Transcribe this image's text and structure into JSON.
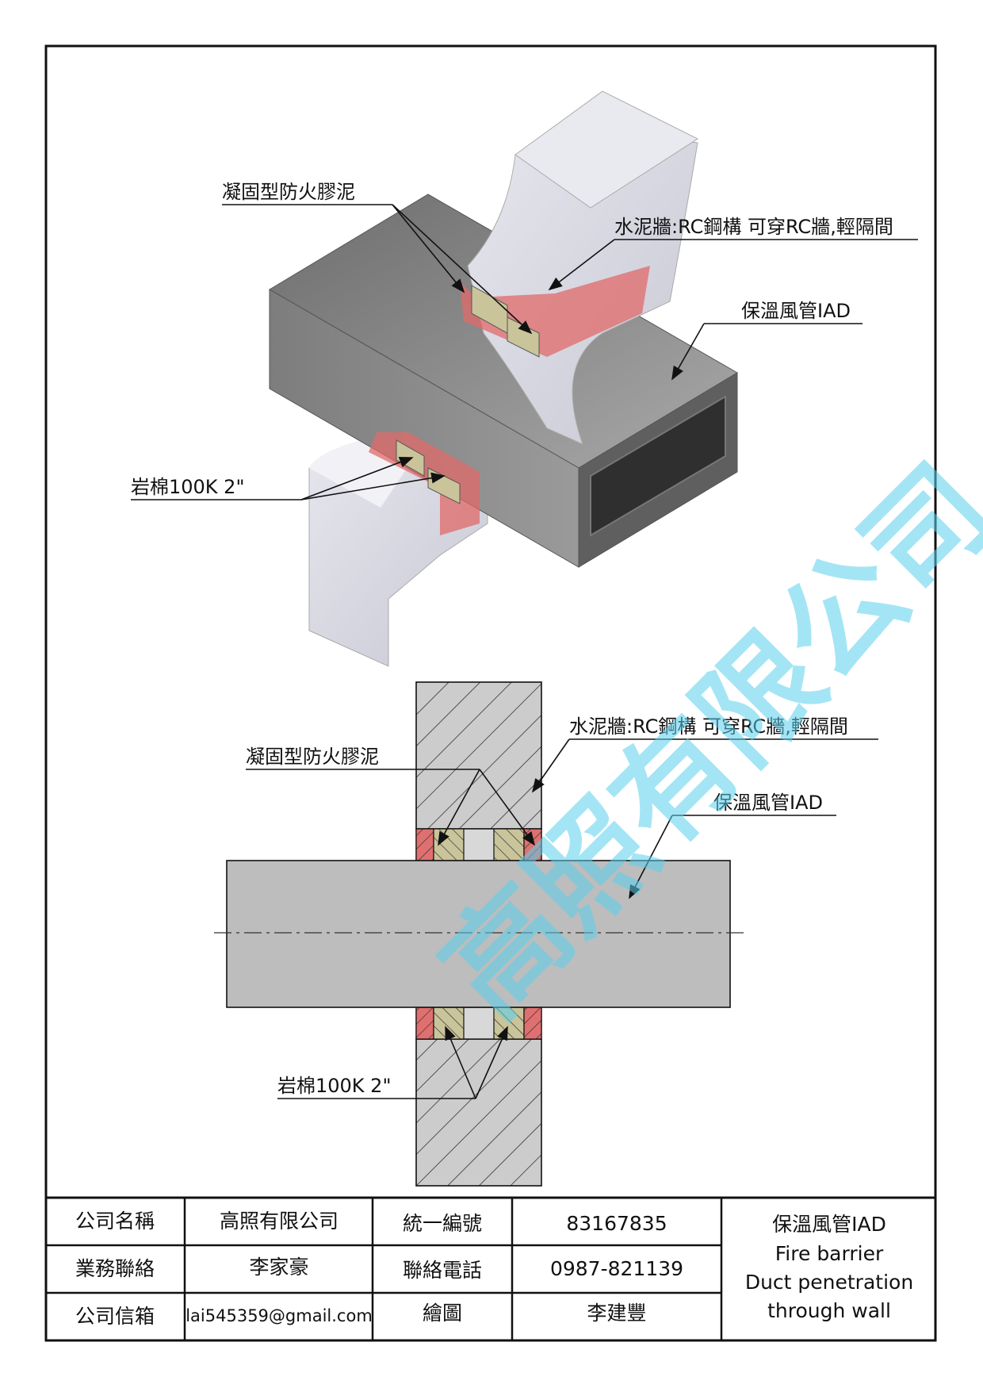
{
  "labels": {
    "putty": "凝固型防火膠泥",
    "wall": "水泥牆:RC鋼構 可穿RC牆,輕隔間",
    "duct": "保溫風管IAD",
    "wool": "岩棉100K 2\""
  },
  "watermark": "高照有限公司",
  "title_block": {
    "rows": [
      {
        "label": "公司名稱",
        "value": "高照有限公司",
        "label2": "統一編號",
        "value2": "83167835"
      },
      {
        "label": "業務聯絡",
        "value": "李家豪",
        "label2": "聯絡電話",
        "value2": "0987-821139"
      },
      {
        "label": "公司信箱",
        "value": "lai545359@gmail.com",
        "label2": "繪圖",
        "value2": "李建豐"
      }
    ],
    "title_lines": [
      "保溫風管IAD",
      "Fire barrier",
      "Duct penetration",
      "through wall"
    ]
  },
  "colors": {
    "wall": "#8f8f8f",
    "duct": "#d9d9e2",
    "putty": "#e06a6a",
    "wool": "#c9c49a",
    "section_fill": "#c8c8c8",
    "watermark": "#5ad0ec"
  }
}
